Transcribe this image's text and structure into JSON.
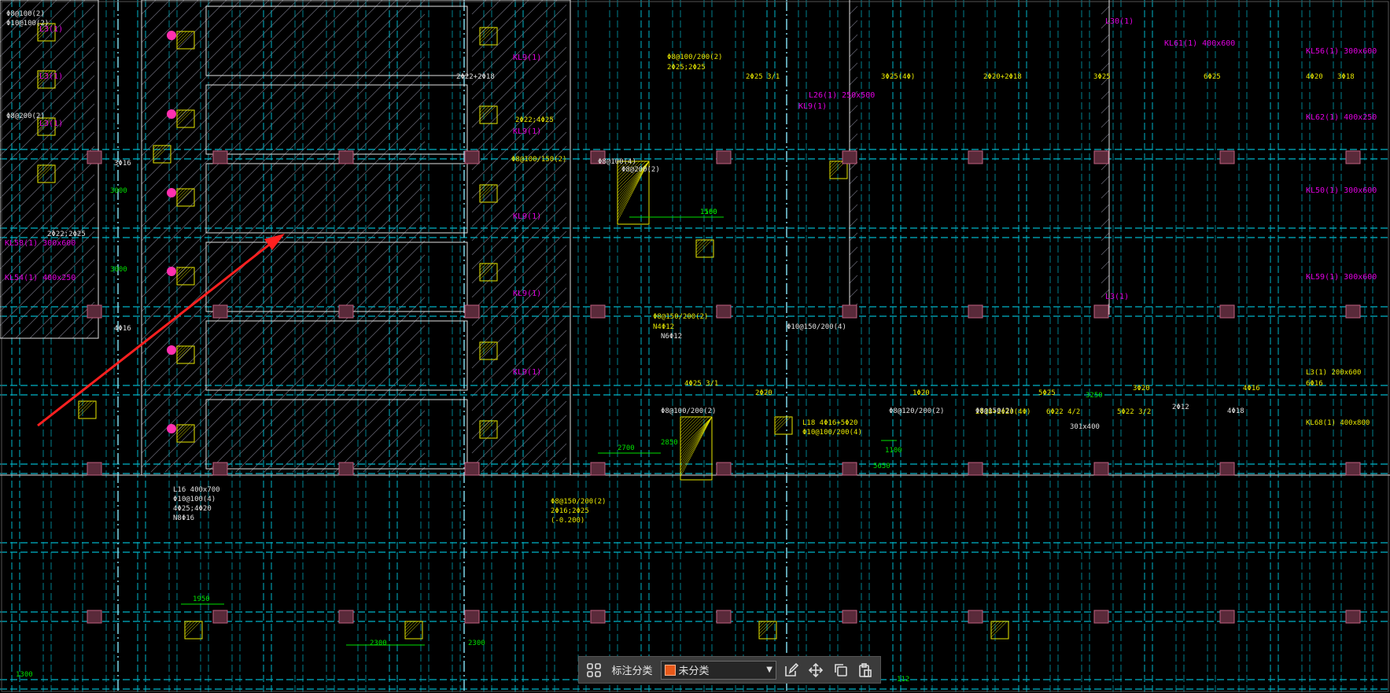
{
  "colors": {
    "beam_line": "#00b4c8",
    "axis_line": "#7fd7ea",
    "beam_label": "#e8e800",
    "beam_name": "#e000e0",
    "column": "#c06080",
    "structure": "#e0e0e0",
    "dimension": "#00e000",
    "annotation_arrow": "#ff2020",
    "highlight": "#ff30b0",
    "category_swatch": "#e8591a"
  },
  "toolbar": {
    "icons": [
      "grid-icon",
      "edit-icon",
      "move-icon",
      "copy-icon",
      "paste-icon"
    ],
    "category_label": "标注分类",
    "category_value": "未分类"
  },
  "drawing_text": {
    "magenta_labels": [
      "L3(1)",
      "L3(1)",
      "L3(1)",
      "KL58(1) 300x600",
      "KL54(1) 400x250",
      "KL9(1)",
      "KL9(1)",
      "KL9(1)",
      "KL9(1)",
      "KL9(1)",
      "KL9(1)",
      "L30(1)",
      "KL61(1) 400x600",
      "KL56(1) 300x600",
      "KL62(1) 400x250",
      "KL50(1) 300x600",
      "KL59(1) 300x600",
      "L26(1) 250x500",
      "L3(1)"
    ],
    "yellow_notes": [
      "Φ8@100/200(2)",
      "2Φ25;2Φ25",
      "2Φ22;4Φ25",
      "2Φ25 3/1",
      "4Φ25 3/1",
      "3Φ25(4Φ)",
      "2Φ20+2Φ18",
      "3Φ25",
      "6Φ25",
      "4Φ20",
      "3Φ18",
      "Φ8@100/150(2)",
      "Φ8@150/200(2)",
      "N4Φ12",
      "2Φ20",
      "1Φ20",
      "5Φ25",
      "3Φ20",
      "4Φ16",
      "6Φ16",
      "2Φ18+2Φ20(4Φ)",
      "6Φ22 4/2",
      "5Φ22 3/2",
      "L18 4Φ16+5Φ20",
      "Φ10@100/200(4)",
      "KL68(1) 400x800",
      "Φ8@150/200(2)",
      "2Φ16;2Φ25",
      "(-0.200)",
      "L3(1) 200x600"
    ],
    "white_notes": [
      "Φ8@100(2)",
      "Φ10@100(2)",
      "Φ8@200(2)",
      "2Φ22;2Φ25",
      "3Φ16",
      "4Φ16",
      "2Φ22+2Φ18",
      "Φ8@100(4)",
      "Φ8@200(2)",
      "L16 400x700",
      "Φ10@100(4)",
      "4Φ25;4Φ20",
      "N8Φ16",
      "Φ10@150/200(4)",
      "N6Φ12",
      "Φ8@100/200(2)",
      "Φ8@120/200(2)",
      "Φ8@150(2)",
      "301x400",
      "2Φ12",
      "4Φ18"
    ],
    "dimensions": [
      "3000",
      "3000",
      "1560",
      "2700",
      "2850",
      "1100",
      "5650",
      "1950",
      "2300",
      "2300",
      "1100",
      "3250",
      "112",
      "1300"
    ]
  }
}
